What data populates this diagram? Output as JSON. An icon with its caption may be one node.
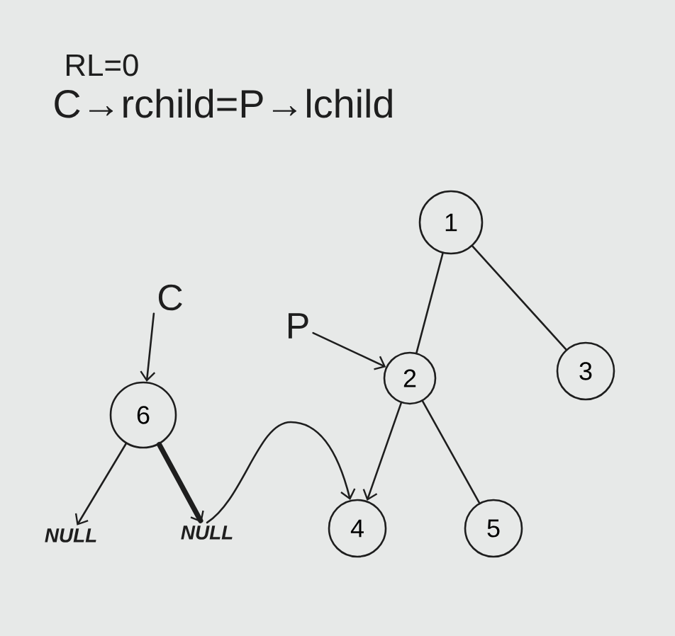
{
  "diagram": {
    "nodes": [
      {
        "text": [
          "1"
        ]
      },
      {
        "text": [
          "2"
        ]
      },
      {
        "text": [
          "3"
        ]
      },
      {
        "text": [
          "4"
        ]
      },
      {
        "text": [
          "5"
        ]
      },
      {
        "text": [
          "6"
        ]
      },
      {
        "text": [
          "C"
        ]
      },
      {
        "text": [
          "P"
        ]
      },
      {
        "text": [
          "NULL"
        ]
      },
      {
        "text": [
          "NULL"
        ]
      }
    ],
    "edges": [
      {
        "from": 0,
        "to": 1,
        "arrow": "none"
      },
      {
        "from": 0,
        "to": 2,
        "arrow": "none"
      },
      {
        "from": 1,
        "to": 3,
        "arrow": "to"
      },
      {
        "from": 1,
        "to": 4,
        "arrow": "none"
      },
      {
        "from": 7,
        "to": 1,
        "arrow": "to"
      },
      {
        "from": 6,
        "to": 5,
        "arrow": "to"
      },
      {
        "from": 5,
        "to": 8,
        "arrow": "to"
      },
      {
        "from": 5,
        "to": 9,
        "arrow": "to",
        "style": "thick"
      },
      {
        "from": 9,
        "to": 3,
        "arrow": "to"
      }
    ],
    "labels": [
      "RL=0",
      "C→rchild=P→lchild"
    ]
  }
}
